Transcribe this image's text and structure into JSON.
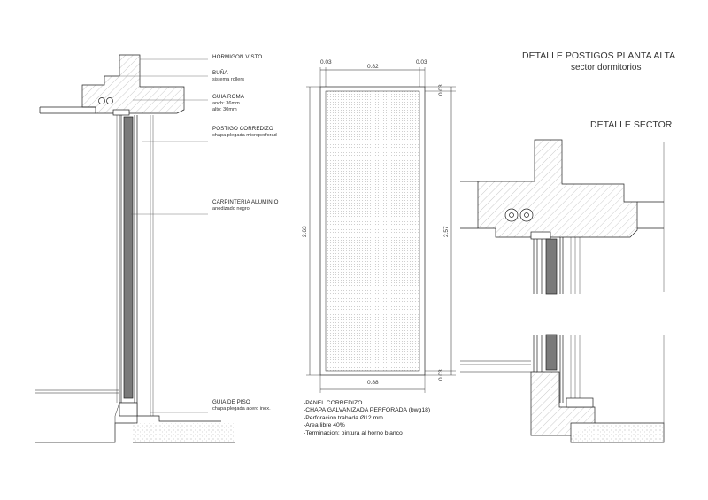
{
  "header": {
    "title": "DETALLE POSTIGOS PLANTA ALTA",
    "subtitle": "sector dormitorios",
    "sector_title": "DETALLE SECTOR"
  },
  "section_labels": [
    {
      "title": "HORMIGON VISTO",
      "sub": ""
    },
    {
      "title": "BUÑA",
      "sub": "sistema rollers"
    },
    {
      "title": "GUIA ROMA",
      "sub": "anch: 36mm",
      "sub2": "alto: 30mm"
    },
    {
      "title": "POSTIGO CORREDIZO",
      "sub": "chapa plegada microperforad"
    },
    {
      "title": "CARPINTERIA ALUMINIO",
      "sub": "anodizado negro"
    },
    {
      "title": "GUIA DE PISO",
      "sub": "chapa plegada acero inox."
    }
  ],
  "panel_dims": {
    "top_left": "0.03",
    "top_mid": "0.82",
    "top_right": "0.03",
    "height_left": "2.63",
    "height_right": "2.57",
    "right_top": "0.03",
    "right_bottom": "0.03",
    "bottom": "0.88"
  },
  "panel_notes": [
    "-PANEL CORREDIZO",
    "-CHAPA GALVANIZADA PERFORADA (bwg18)",
    "-Perforacion  trabada Ø12 mm",
    "-Area libre 40%",
    "-Terminacion: pintura al horno blanco"
  ],
  "colors": {
    "line": "#222222",
    "concrete_fill": "#f2f2f2",
    "shutter_fill": "#7a7a7a",
    "ground_fill": "#e6e6e6"
  }
}
